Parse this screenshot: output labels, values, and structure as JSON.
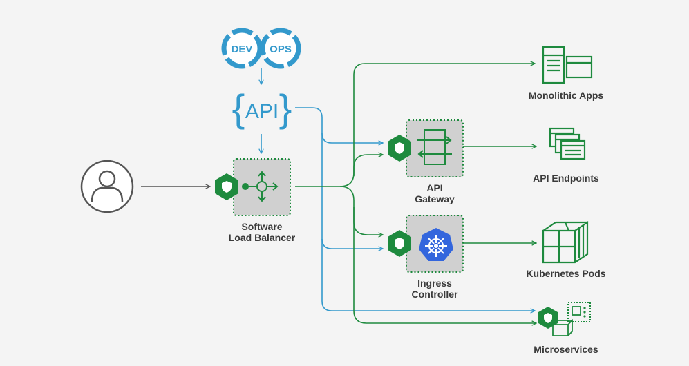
{
  "colors": {
    "green": "#1e8a3e",
    "blue": "#3399cc",
    "grey": "#555555",
    "box_fill": "#d0d0d0",
    "background": "#f4f4f4"
  },
  "devops": {
    "left": "DEV",
    "right": "OPS"
  },
  "api": {
    "text": "API",
    "left_brace": "{",
    "right_brace": "}"
  },
  "user_icon": "user-icon",
  "load_balancer": {
    "line1": "Software",
    "line2": "Load Balancer"
  },
  "api_gateway": {
    "line1": "API",
    "line2": "Gateway"
  },
  "ingress_controller": {
    "line1": "Ingress",
    "line2": "Controller"
  },
  "destinations": {
    "monolithic": "Monolithic Apps",
    "api_endpoints": "API Endpoints",
    "kubernetes_pods": "Kubernetes Pods",
    "microservices": "Microservices"
  }
}
